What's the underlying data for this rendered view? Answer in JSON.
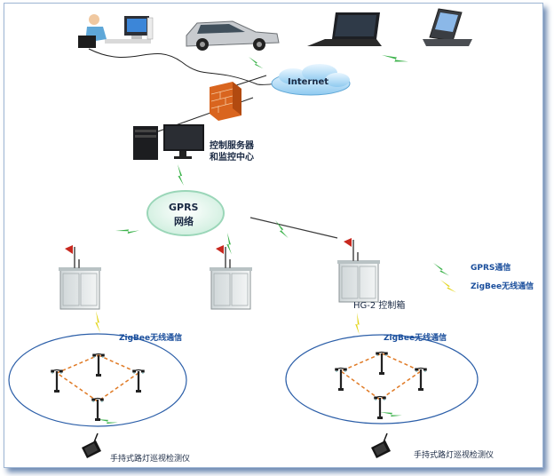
{
  "internet_label": "Internet",
  "server_label_line1": "控制服务器",
  "server_label_line2": "和监控中心",
  "gprs_label_line1": "GPRS",
  "gprs_label_line2": "网络",
  "legend": {
    "gprs": "GPRS通信",
    "zigbee": "ZigBee无线通信"
  },
  "cabinet_label": "HG-2 控制箱",
  "zigbee_left": "ZigBee无线通信",
  "zigbee_right": "ZigBee无线通信",
  "handheld_left": "手持式路灯巡视检测仪",
  "handheld_right": "手持式路灯巡视检测仪",
  "icons": [
    "operator-desktop-icon",
    "car-icon",
    "laptop-icon",
    "pda-icon",
    "firewall-icon",
    "server-icon",
    "cabinet-icon",
    "streetlight-icon",
    "handheld-device-icon",
    "lightning-icon"
  ],
  "colors": {
    "lightning_green": "#3bb24a",
    "lightning_yellow": "#e3d51a",
    "dashed_link": "#e07a25",
    "ellipse": "#2b5ea8"
  }
}
